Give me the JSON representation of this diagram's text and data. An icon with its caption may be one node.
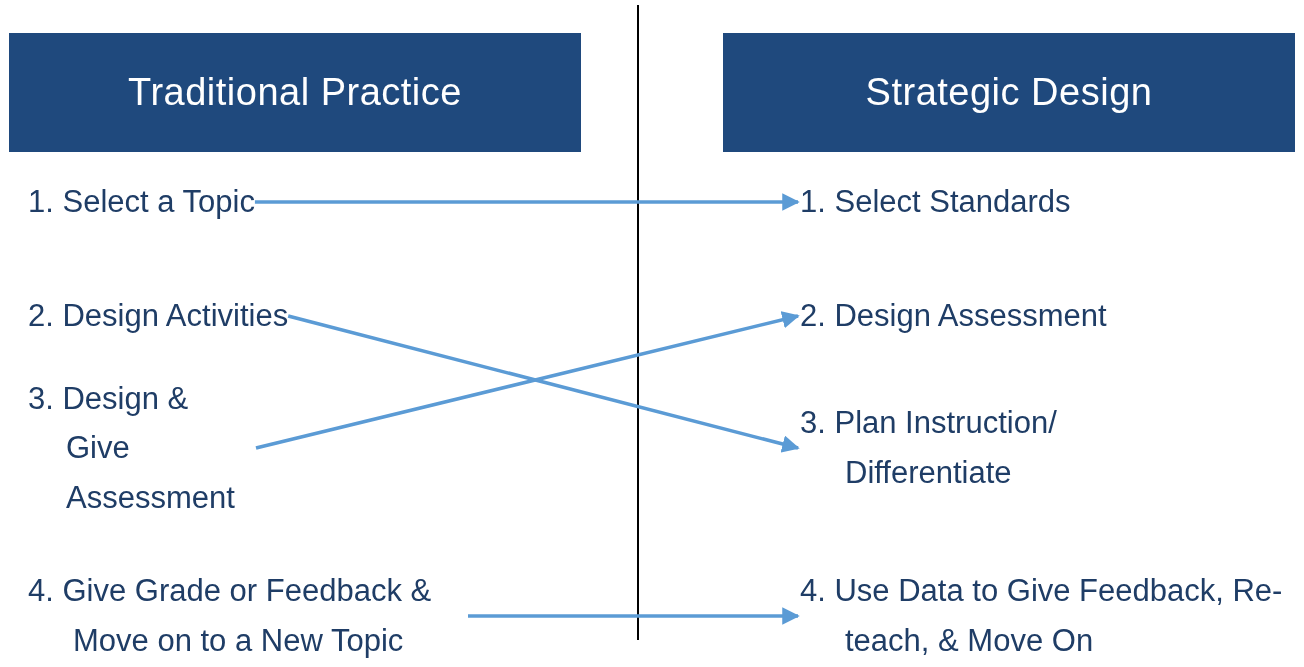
{
  "diagram": {
    "nodes": [
      {
        "text": [
          "Traditional Practice"
        ]
      },
      {
        "text": [
          "Strategic Design"
        ]
      },
      {
        "text": [
          "1. Select a Topic"
        ]
      },
      {
        "text": [
          "2. Design Activities"
        ]
      },
      {
        "text": [
          "3. Design & Give Assessment"
        ]
      },
      {
        "text": [
          "4. Give Grade or Feedback & Move on to a New Topic"
        ]
      },
      {
        "text": [
          "1. Select Standards"
        ]
      },
      {
        "text": [
          "2. Design Assessment"
        ]
      },
      {
        "text": [
          "3. Plan Instruction/ Differentiate"
        ]
      },
      {
        "text": [
          "4. Use Data to Give Feedback, Re-teach, & Move On"
        ]
      }
    ],
    "edges": [
      {
        "from": 2,
        "to": 6,
        "arrow": "to"
      },
      {
        "from": 3,
        "to": 8,
        "arrow": "to"
      },
      {
        "from": 4,
        "to": 7,
        "arrow": "to"
      },
      {
        "from": 5,
        "to": 9,
        "arrow": "to"
      }
    ]
  }
}
